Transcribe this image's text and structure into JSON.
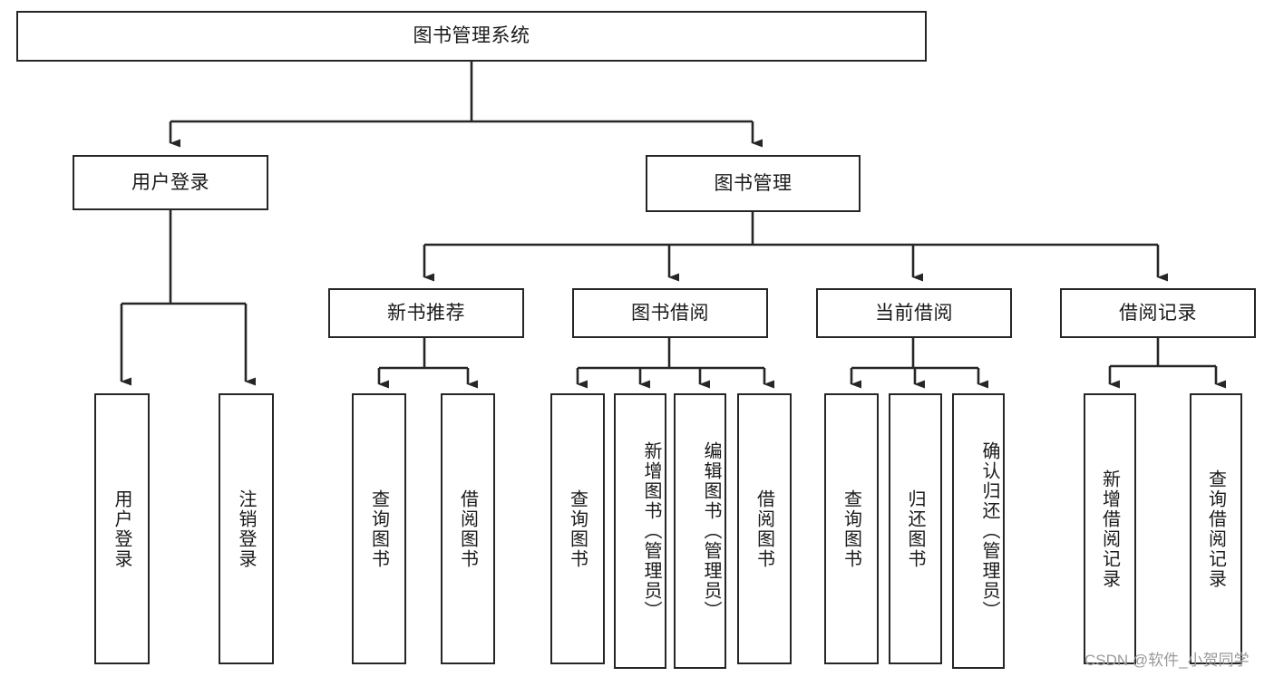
{
  "diagram": {
    "type": "tree",
    "title": "图书管理系统",
    "orientation": "top-down",
    "text_direction_leaves": "vertical",
    "colors": {
      "box_border": "#262626",
      "box_fill": "#ffffff",
      "connector": "#262626",
      "text": "#1a1a1a",
      "watermark": "#9a9a9a",
      "background": "#ffffff"
    },
    "root": {
      "id": "root",
      "label": "图书管理系统"
    },
    "level2": [
      {
        "id": "user-login",
        "label": "用户登录"
      },
      {
        "id": "book-management",
        "label": "图书管理"
      }
    ],
    "level3": [
      {
        "id": "new-book-recommend",
        "label": "新书推荐",
        "parent": "book-management"
      },
      {
        "id": "book-borrow",
        "label": "图书借阅",
        "parent": "book-management"
      },
      {
        "id": "current-borrow",
        "label": "当前借阅",
        "parent": "book-management"
      },
      {
        "id": "borrow-record",
        "label": "借阅记录",
        "parent": "book-management"
      }
    ],
    "leaves": {
      "user-login": [
        {
          "id": "leaf-user-login",
          "label": "用户登录"
        },
        {
          "id": "leaf-user-logout",
          "label": "注销登录"
        }
      ],
      "new-book-recommend": [
        {
          "id": "leaf-query-book-1",
          "label": "查询图书"
        },
        {
          "id": "leaf-borrow-book-1",
          "label": "借阅图书"
        }
      ],
      "book-borrow": [
        {
          "id": "leaf-query-book-2",
          "label": "查询图书"
        },
        {
          "id": "leaf-add-book",
          "label": "新增图书（管理员）"
        },
        {
          "id": "leaf-edit-book",
          "label": "编辑图书（管理员）"
        },
        {
          "id": "leaf-borrow-book-2",
          "label": "借阅图书"
        }
      ],
      "current-borrow": [
        {
          "id": "leaf-query-book-3",
          "label": "查询图书"
        },
        {
          "id": "leaf-return-book",
          "label": "归还图书"
        },
        {
          "id": "leaf-confirm-return",
          "label": "确认归还（管理员）"
        }
      ],
      "borrow-record": [
        {
          "id": "leaf-add-record",
          "label": "新增借阅记录"
        },
        {
          "id": "leaf-query-record",
          "label": "查询借阅记录"
        }
      ]
    }
  },
  "watermark": {
    "text": "CSDN @软件_小贺同学"
  }
}
